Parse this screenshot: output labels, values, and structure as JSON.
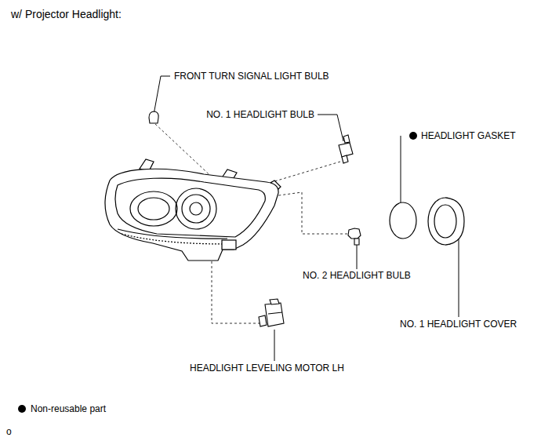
{
  "diagram": {
    "title": "w/ Projector Headlight:",
    "labels": [
      "FRONT TURN SIGNAL LIGHT BULB",
      "NO. 1 HEADLIGHT BULB",
      "HEADLIGHT GASKET",
      "NO. 2 HEADLIGHT BULB",
      "NO. 1 HEADLIGHT COVER",
      "HEADLIGHT LEVELING MOTOR LH",
      "o"
    ],
    "legend": [
      {
        "text": "Non-reusable part"
      }
    ]
  }
}
